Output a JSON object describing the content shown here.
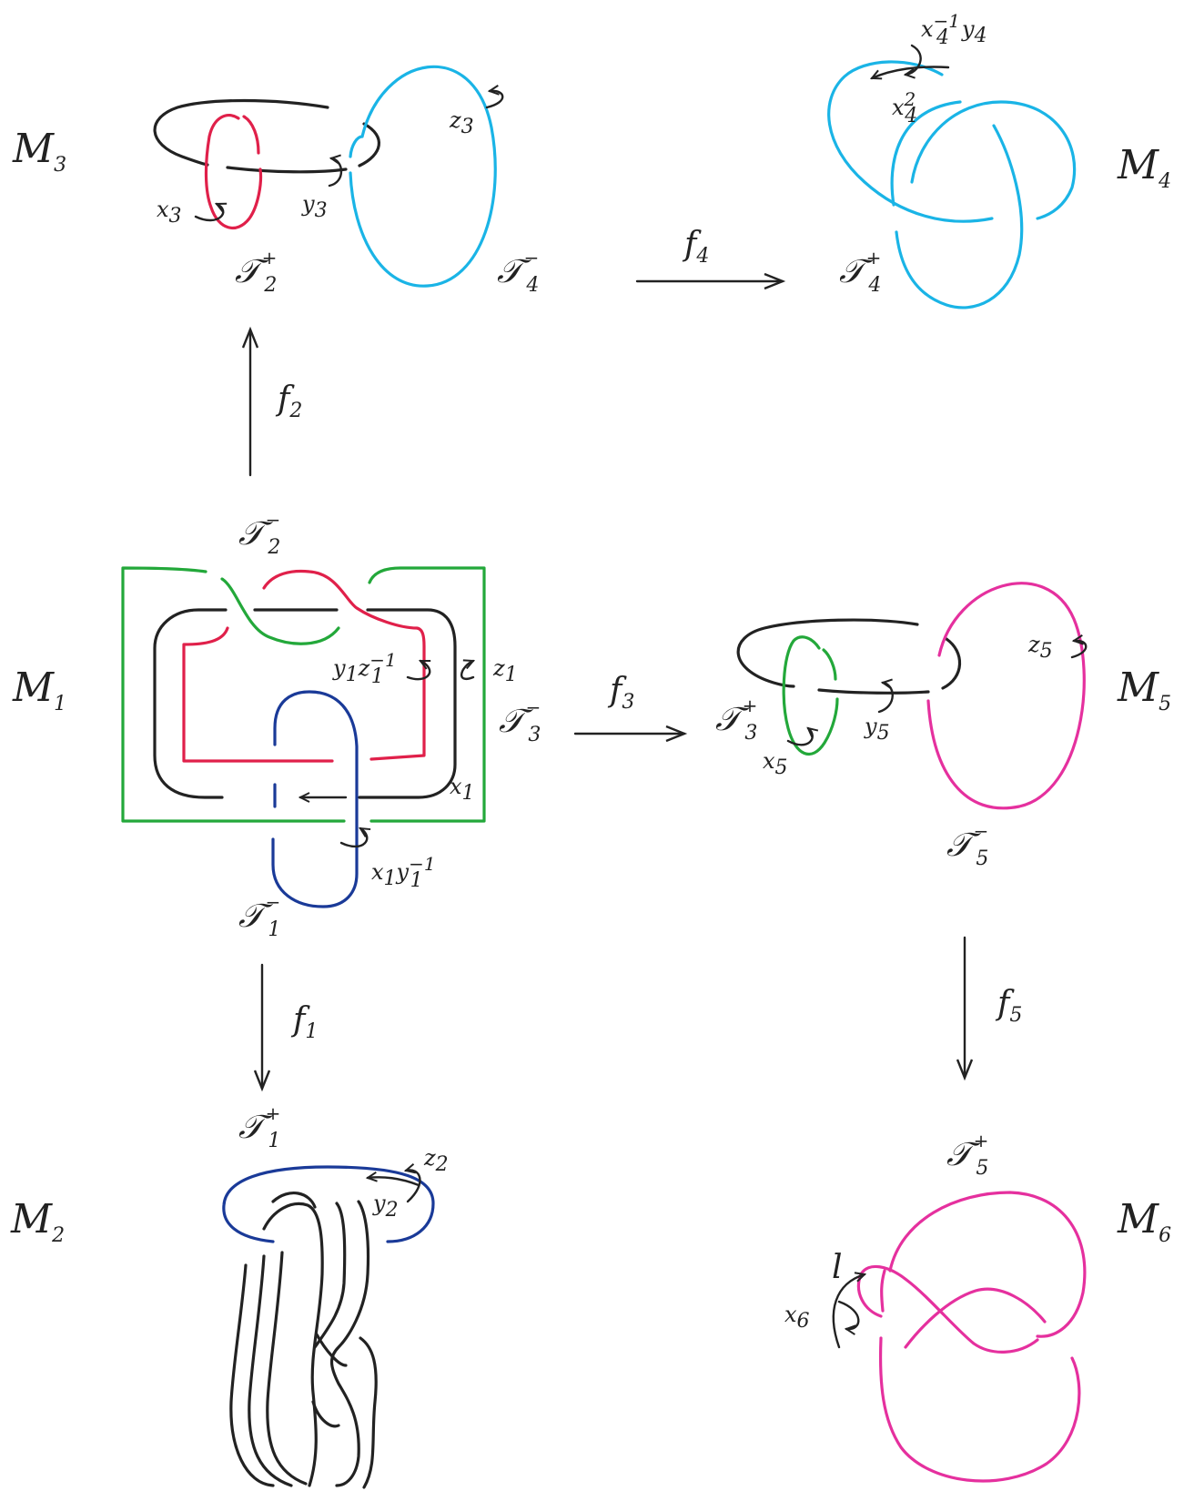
{
  "colors": {
    "black": "#222222",
    "red": "#e0204a",
    "cyan": "#1ab4e6",
    "green": "#23a83a",
    "blue": "#1a3a98",
    "magenta": "#e5309e"
  },
  "manifolds": {
    "m1": {
      "base": "M",
      "sub": "1"
    },
    "m2": {
      "base": "M",
      "sub": "2"
    },
    "m3": {
      "base": "M",
      "sub": "3"
    },
    "m4": {
      "base": "M",
      "sub": "4"
    },
    "m5": {
      "base": "M",
      "sub": "5"
    },
    "m6": {
      "base": "M",
      "sub": "6"
    }
  },
  "maps": {
    "f1": {
      "base": "f",
      "sub": "1"
    },
    "f2": {
      "base": "f",
      "sub": "2"
    },
    "f3": {
      "base": "f",
      "sub": "3"
    },
    "f4": {
      "base": "f",
      "sub": "4"
    },
    "f5": {
      "base": "f",
      "sub": "5"
    }
  },
  "tori": {
    "t1m": {
      "base": "𝒯",
      "sub": "1",
      "sup": "−"
    },
    "t1p": {
      "base": "𝒯",
      "sub": "1",
      "sup": "+"
    },
    "t2m": {
      "base": "𝒯",
      "sub": "2",
      "sup": "−"
    },
    "t2p": {
      "base": "𝒯",
      "sub": "2",
      "sup": "+"
    },
    "t3m": {
      "base": "𝒯",
      "sub": "3",
      "sup": "−"
    },
    "t3p": {
      "base": "𝒯",
      "sub": "3",
      "sup": "+"
    },
    "t4m": {
      "base": "𝒯",
      "sub": "4",
      "sup": "−"
    },
    "t4p": {
      "base": "𝒯",
      "sub": "4",
      "sup": "+"
    },
    "t5m": {
      "base": "𝒯",
      "sub": "5",
      "sup": "−"
    },
    "t5p": {
      "base": "𝒯",
      "sub": "5",
      "sup": "+"
    }
  },
  "generators": {
    "x1": {
      "a": "x",
      "a_sub": "1"
    },
    "z1": {
      "a": "z",
      "a_sub": "1"
    },
    "y1z1inv": {
      "a": "y",
      "a_sub": "1",
      "b": "z",
      "b_sub": "1",
      "b_sup": "−1"
    },
    "x1y1inv": {
      "a": "x",
      "a_sub": "1",
      "b": "y",
      "b_sub": "1",
      "b_sup": "−1"
    },
    "y2": {
      "a": "y",
      "a_sub": "2"
    },
    "z2": {
      "a": "z",
      "a_sub": "2"
    },
    "x3": {
      "a": "x",
      "a_sub": "3"
    },
    "y3": {
      "a": "y",
      "a_sub": "3"
    },
    "z3": {
      "a": "z",
      "a_sub": "3"
    },
    "x4inv_y4": {
      "a": "x",
      "a_sub": "4",
      "a_sup": "−1",
      "b": "y",
      "b_sub": "4"
    },
    "x4sq": {
      "a": "x",
      "a_sub": "4",
      "a_sup": "2"
    },
    "x5": {
      "a": "x",
      "a_sub": "5"
    },
    "y5": {
      "a": "y",
      "a_sub": "5"
    },
    "z5": {
      "a": "z",
      "a_sub": "5"
    },
    "x6": {
      "a": "x",
      "a_sub": "6"
    },
    "l": {
      "a": "l"
    }
  }
}
